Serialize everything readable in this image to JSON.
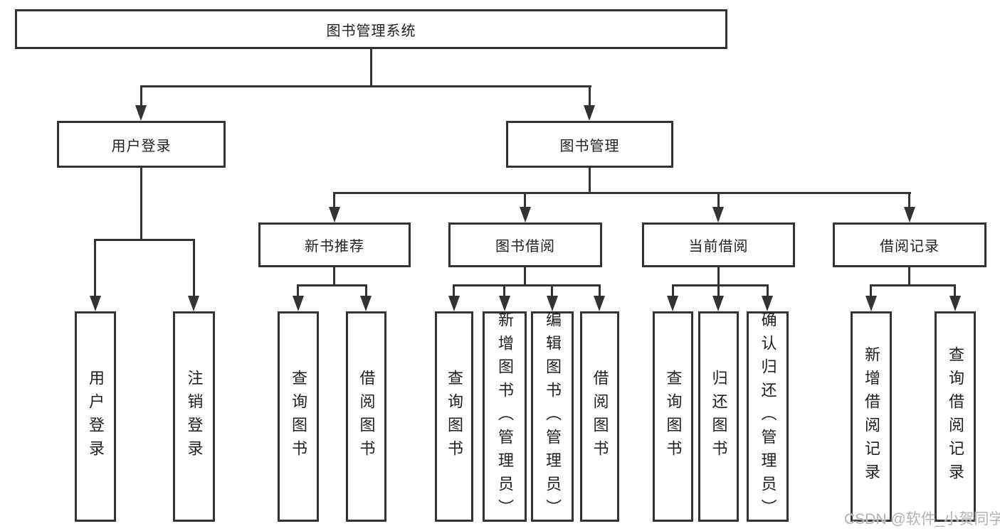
{
  "diagram": {
    "root": {
      "label": "图书管理系统"
    },
    "branches": [
      {
        "label": "用户登录",
        "children": [
          {
            "label": "用户登录"
          },
          {
            "label": "注销登录"
          }
        ]
      },
      {
        "label": "图书管理",
        "children": [
          {
            "label": "新书推荐",
            "children": [
              {
                "label": "查询图书"
              },
              {
                "label": "借阅图书"
              }
            ]
          },
          {
            "label": "图书借阅",
            "children": [
              {
                "label": "查询图书"
              },
              {
                "label": "新增图书（管理员）"
              },
              {
                "label": "编辑图书（管理员）"
              },
              {
                "label": "借阅图书"
              }
            ]
          },
          {
            "label": "当前借阅",
            "children": [
              {
                "label": "查询图书"
              },
              {
                "label": "归还图书"
              },
              {
                "label": "确认归还（管理员）"
              }
            ]
          },
          {
            "label": "借阅记录",
            "children": [
              {
                "label": "新增借阅记录"
              },
              {
                "label": "查询借阅记录"
              }
            ]
          }
        ]
      }
    ]
  },
  "watermark": {
    "text": "CSDN @软件_小贺同学"
  },
  "colors": {
    "line": "#333333",
    "text": "#1f1f1f",
    "background": "#ffffff",
    "watermark": "#b3b3b3"
  }
}
